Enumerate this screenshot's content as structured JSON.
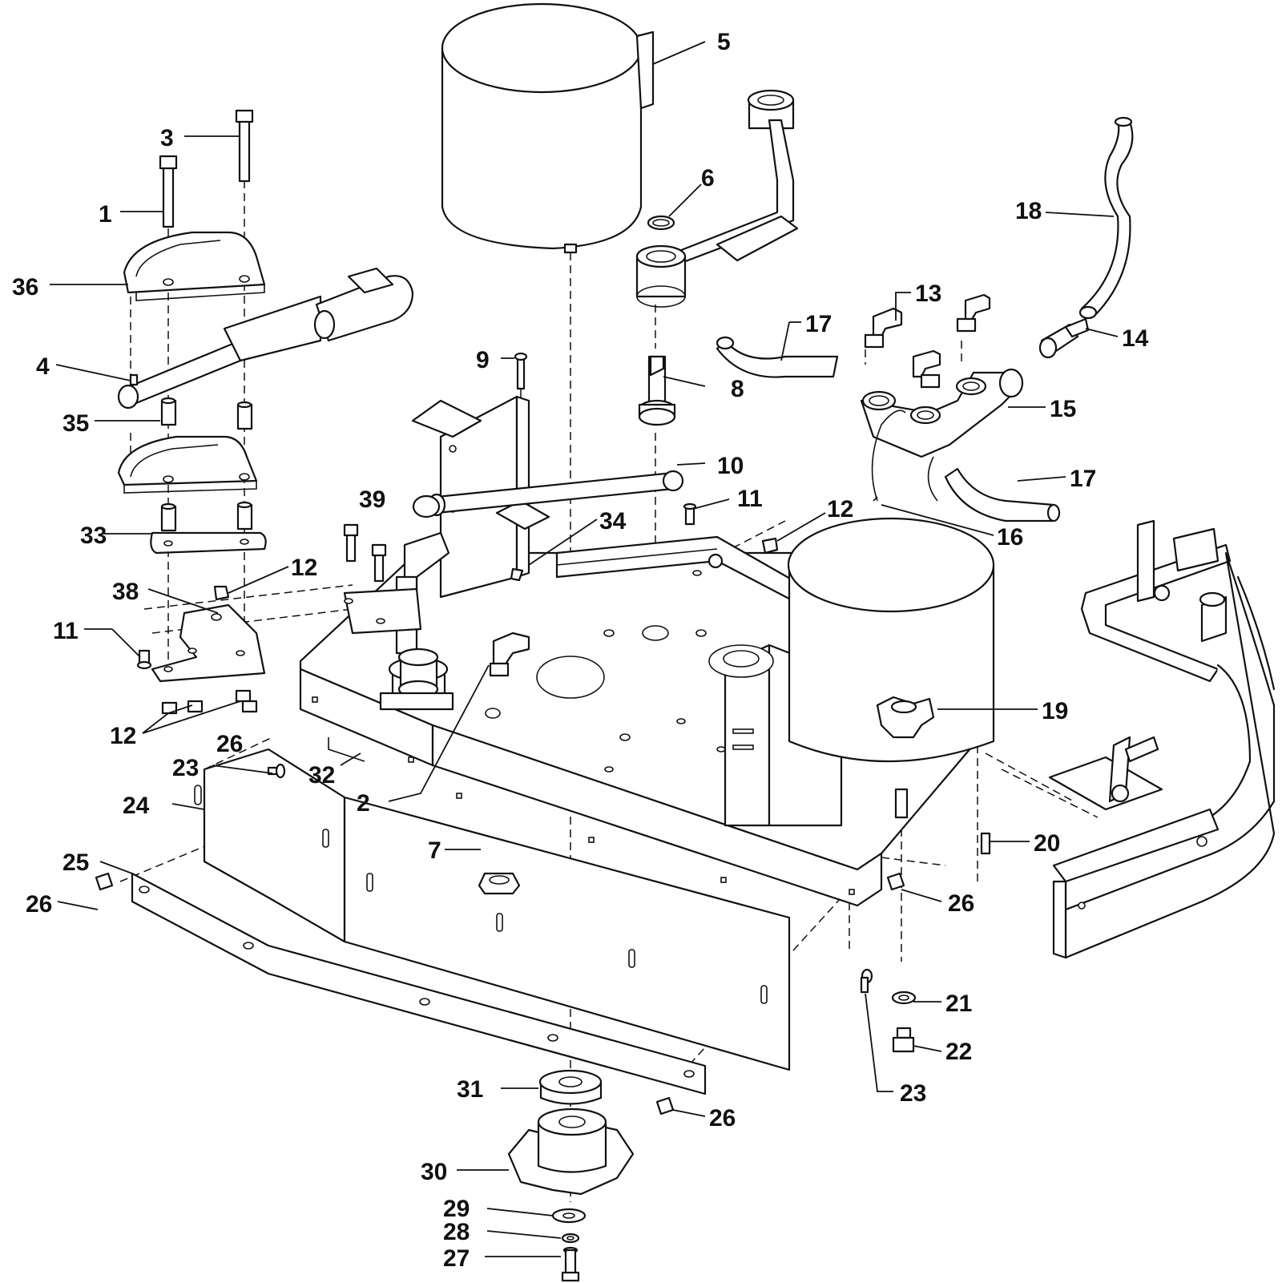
{
  "callouts": [
    {
      "id": "1",
      "text": "1"
    },
    {
      "id": "2",
      "text": "2"
    },
    {
      "id": "3",
      "text": "3"
    },
    {
      "id": "4",
      "text": "4"
    },
    {
      "id": "5",
      "text": "5"
    },
    {
      "id": "6",
      "text": "6"
    },
    {
      "id": "7",
      "text": "7"
    },
    {
      "id": "8",
      "text": "8"
    },
    {
      "id": "9",
      "text": "9"
    },
    {
      "id": "10",
      "text": "10"
    },
    {
      "id": "11a",
      "text": "11"
    },
    {
      "id": "11b",
      "text": "11"
    },
    {
      "id": "12a",
      "text": "12"
    },
    {
      "id": "12b",
      "text": "12"
    },
    {
      "id": "12c",
      "text": "12"
    },
    {
      "id": "13",
      "text": "13"
    },
    {
      "id": "14",
      "text": "14"
    },
    {
      "id": "15",
      "text": "15"
    },
    {
      "id": "16",
      "text": "16"
    },
    {
      "id": "17a",
      "text": "17"
    },
    {
      "id": "17b",
      "text": "17"
    },
    {
      "id": "18",
      "text": "18"
    },
    {
      "id": "19",
      "text": "19"
    },
    {
      "id": "20",
      "text": "20"
    },
    {
      "id": "21",
      "text": "21"
    },
    {
      "id": "22",
      "text": "22"
    },
    {
      "id": "23a",
      "text": "23"
    },
    {
      "id": "23b",
      "text": "23"
    },
    {
      "id": "24",
      "text": "24"
    },
    {
      "id": "25",
      "text": "25"
    },
    {
      "id": "26a",
      "text": "26"
    },
    {
      "id": "26b",
      "text": "26"
    },
    {
      "id": "26c",
      "text": "26"
    },
    {
      "id": "26d",
      "text": "26"
    },
    {
      "id": "27",
      "text": "27"
    },
    {
      "id": "28",
      "text": "28"
    },
    {
      "id": "29",
      "text": "29"
    },
    {
      "id": "30",
      "text": "30"
    },
    {
      "id": "31",
      "text": "31"
    },
    {
      "id": "32",
      "text": "32"
    },
    {
      "id": "33",
      "text": "33"
    },
    {
      "id": "34",
      "text": "34"
    },
    {
      "id": "35",
      "text": "35"
    },
    {
      "id": "36",
      "text": "36"
    },
    {
      "id": "38",
      "text": "38"
    },
    {
      "id": "39",
      "text": "39"
    }
  ]
}
